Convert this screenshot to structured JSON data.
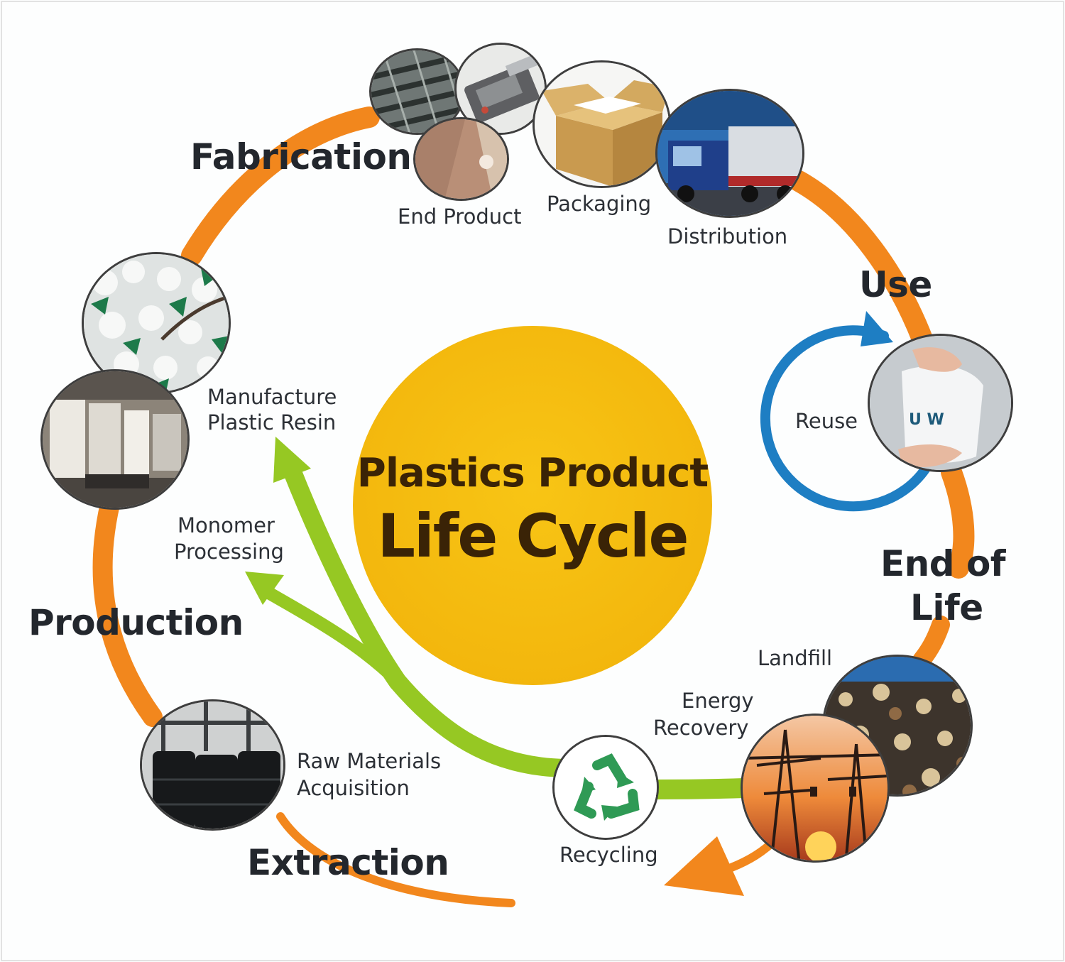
{
  "title": {
    "line1": "Plastics Product",
    "line2": "Life Cycle"
  },
  "stages": {
    "fabrication": "Fabrication",
    "use": "Use",
    "end_of_life_1": "End of",
    "end_of_life_2": "Life",
    "production": "Production",
    "extraction": "Extraction"
  },
  "steps": {
    "end_product": "End Product",
    "packaging": "Packaging",
    "distribution": "Distribution",
    "reuse": "Reuse",
    "landfill": "Landfill",
    "energy_recovery_1": "Energy",
    "energy_recovery_2": "Recovery",
    "recycling": "Recycling",
    "raw_materials_1": "Raw Materials",
    "raw_materials_2": "Acquisition",
    "monomer_1": "Monomer",
    "monomer_2": "Processing",
    "manufacture_1": "Manufacture",
    "manufacture_2": "Plastic Resin"
  },
  "colors": {
    "cycle_arrow": "#f2871d",
    "recycle_arrow": "#96c823",
    "reuse_loop": "#1e7ec3",
    "center_disc": "#f6be0f",
    "title_text": "#3a2306"
  }
}
